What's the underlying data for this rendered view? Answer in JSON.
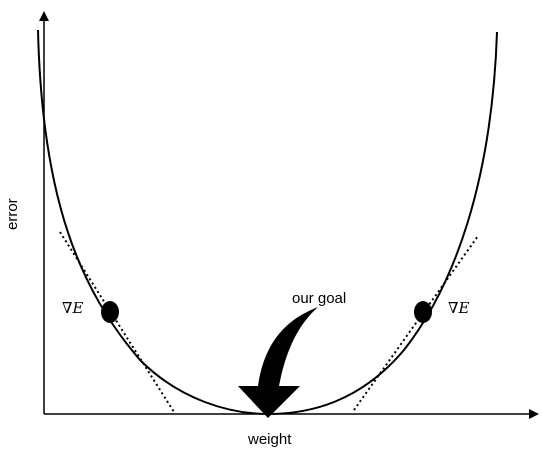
{
  "axes": {
    "x_label": "weight",
    "y_label": "error"
  },
  "annotation": {
    "goal_label": "our goal"
  },
  "gradient_points": [
    {
      "label": "∇E",
      "side": "left"
    },
    {
      "label": "∇E",
      "side": "right"
    }
  ],
  "colors": {
    "ink": "#000000",
    "background": "#ffffff"
  },
  "icons": {
    "goal_marker": "curved-arrow-down-icon"
  }
}
